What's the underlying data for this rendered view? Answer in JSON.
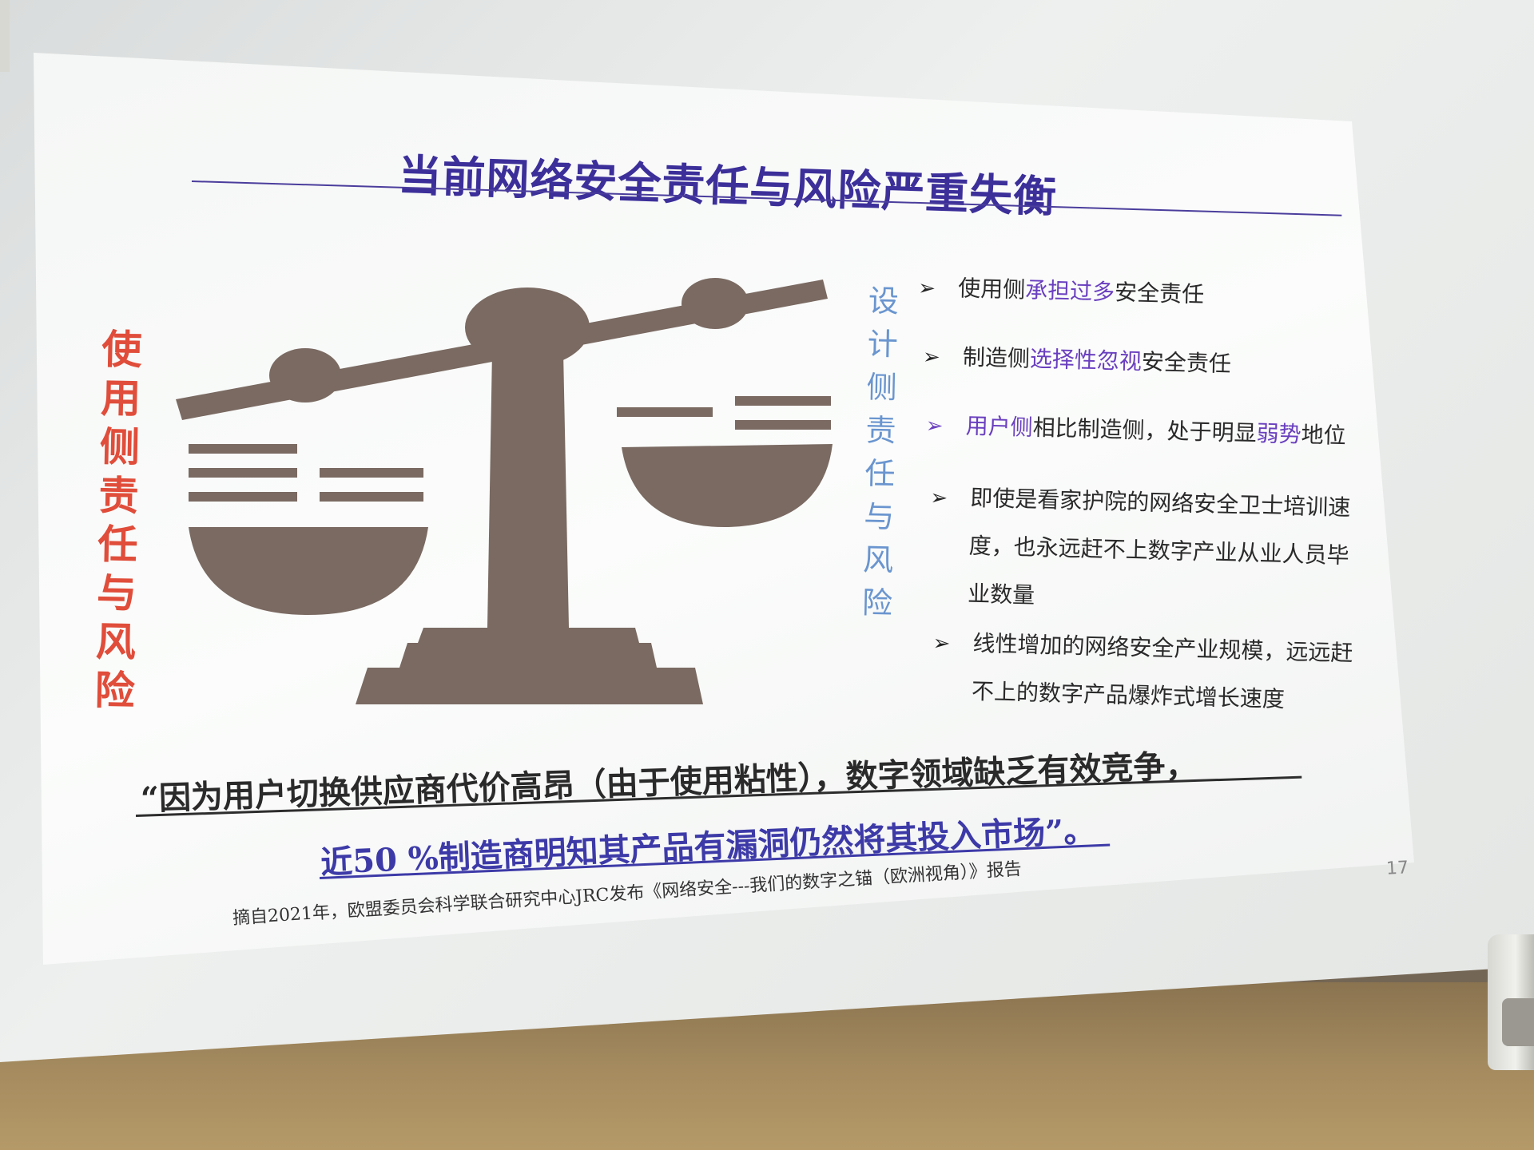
{
  "slide": {
    "title": "当前网络安全责任与风险严重失衡",
    "vertical_left": [
      "使",
      "用",
      "侧",
      "责",
      "任",
      "与",
      "风",
      "险"
    ],
    "vertical_right": [
      "设",
      "计",
      "侧",
      "责",
      "任",
      "与",
      "风",
      "险"
    ],
    "bullets": [
      {
        "pre": "使用侧",
        "hl": "承担过多",
        "post": "安全责任"
      },
      {
        "pre": "制造侧",
        "hl": "选择性忽视",
        "post": "安全责任"
      },
      {
        "pre": "",
        "hl": "用户侧",
        "mid": "相比制造侧，处于明显",
        "hl2": "弱势",
        "post": "地位"
      }
    ],
    "sub_bullets": [
      [
        "即使是看家护院的网络安全卫士培训速",
        "度，也永远赶不上数字产业从业人员毕",
        "业数量"
      ],
      [
        "线性增加的网络安全产业规模，远远赶",
        "不上的数字产品爆炸式增长速度"
      ]
    ],
    "quote_line1": "“因为用户切换供应商代价高昂（由于使用粘性），数字领域缺乏有效竞争，",
    "quote_line2": "近50 %制造商明知其产品有漏洞仍然将其投入市场”。",
    "footnote": "摘自2021年，欧盟委员会科学联合研究中心JRC发布《网络安全---我们的数字之锚（欧洲视角）》报告",
    "page_number": "17"
  },
  "colors": {
    "title": "#3c2f9a",
    "vertical_left": "#e04d3a",
    "vertical_right": "#6a95cf",
    "highlight": "#6a3fbf",
    "scale": "#7a6a62"
  },
  "icons": {
    "scale": "balance-scale-icon",
    "bullet": "arrowhead-bullet-icon"
  }
}
